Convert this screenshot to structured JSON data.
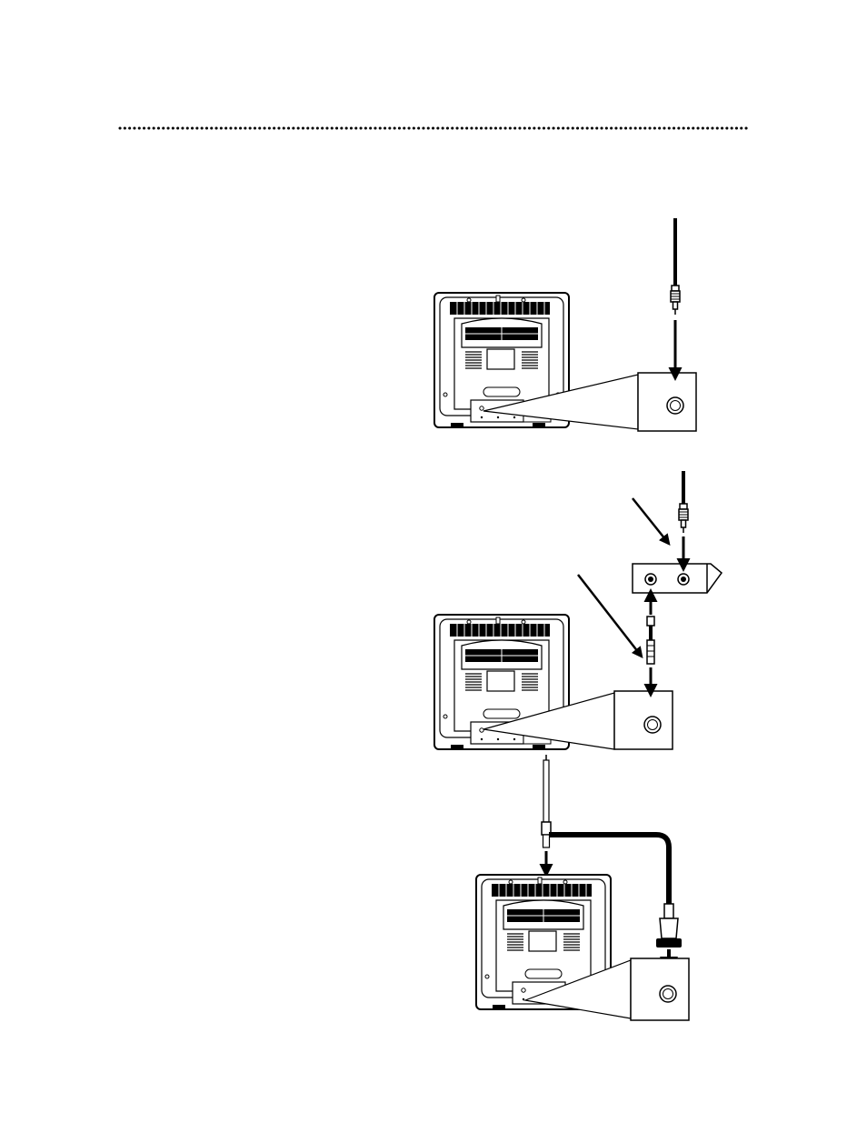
{
  "page": {
    "text_items": []
  },
  "figures": [
    {
      "id": "cable-connection",
      "icons": [
        "tv-back-icon",
        "cable-plug-icon",
        "antenna-jack-icon"
      ]
    },
    {
      "id": "cable-box-connection",
      "icons": [
        "tv-back-icon",
        "cable-box-icon",
        "cable-plug-icon",
        "antenna-jack-icon"
      ]
    },
    {
      "id": "antenna-connection",
      "icons": [
        "tv-back-icon",
        "rod-antenna-icon",
        "antenna-plug-icon",
        "antenna-jack-icon"
      ]
    }
  ],
  "colors": {
    "ink": "#000000",
    "paper": "#ffffff"
  }
}
